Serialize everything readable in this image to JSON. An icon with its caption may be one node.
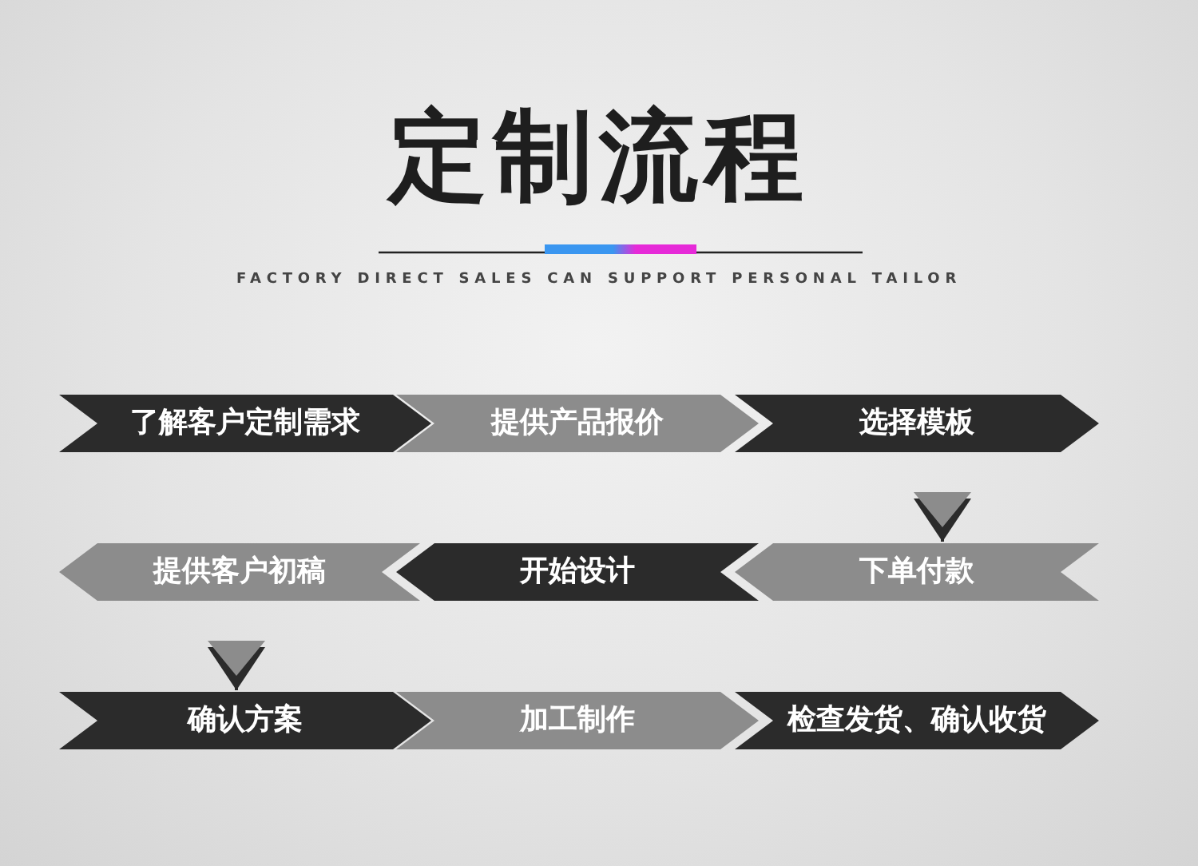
{
  "diagram": {
    "title": "定制流程",
    "nodes": [
      {
        "text": [
          "了解客户定制需求"
        ]
      },
      {
        "text": [
          "提供产品报价"
        ]
      },
      {
        "text": [
          "选择模板"
        ]
      },
      {
        "text": [
          "提供客户初稿"
        ]
      },
      {
        "text": [
          "开始设计"
        ]
      },
      {
        "text": [
          "下单付款"
        ]
      },
      {
        "text": [
          "确认方案"
        ]
      },
      {
        "text": [
          "加工制作"
        ]
      },
      {
        "text": [
          "检查发货、确认收货"
        ]
      }
    ],
    "edges": [
      {
        "from": 2,
        "to": 5,
        "arrow": "to"
      },
      {
        "from": 3,
        "to": 6,
        "arrow": "to"
      }
    ],
    "labels": [
      "FACTORY DIRECT SALES CAN SUPPORT PERSONAL TAILOR"
    ]
  }
}
